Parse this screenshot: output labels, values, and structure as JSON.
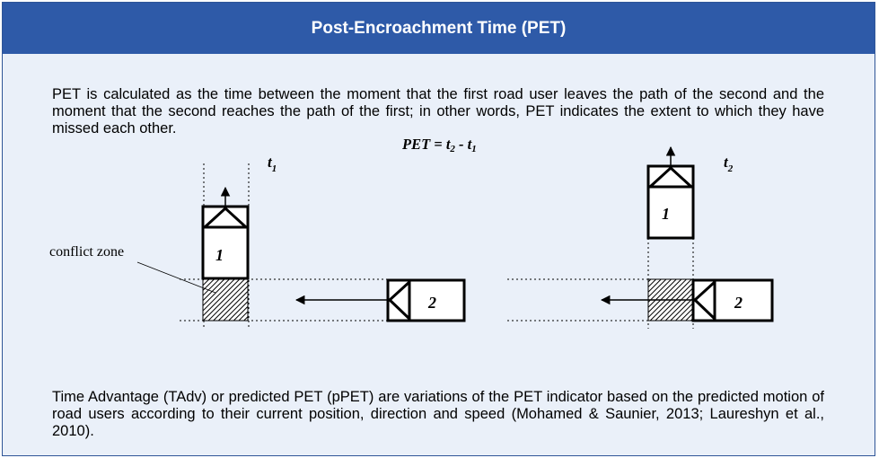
{
  "title": "Post-Encroachment Time (PET)",
  "intro": "PET is calculated as the time between the moment that the first road user leaves the path of the second and the moment that the second reaches the path of the first; in other words, PET indicates the extent to which they have missed each other.",
  "formula": {
    "lhs": "PET = t",
    "sub1": "2",
    "mid": " - t",
    "sub2": "1"
  },
  "diagram": {
    "left": {
      "time_label": "t",
      "time_sub": "1",
      "vehicle1_label": "1",
      "vehicle2_label": "2",
      "conflict_label": "conflict zone"
    },
    "right": {
      "time_label": "t",
      "time_sub": "2",
      "vehicle1_label": "1",
      "vehicle2_label": "2"
    }
  },
  "footer": "Time Advantage (TAdv) or predicted PET (pPET) are variations of the PET indicator based on the predicted motion of road users according to their current position, direction and speed (Mohamed & Saunier, 2013; Laureshyn et al., 2010).",
  "colors": {
    "header_bg": "#2e5aa8",
    "panel_bg": "#eaf0f9",
    "border": "#2f5597"
  }
}
